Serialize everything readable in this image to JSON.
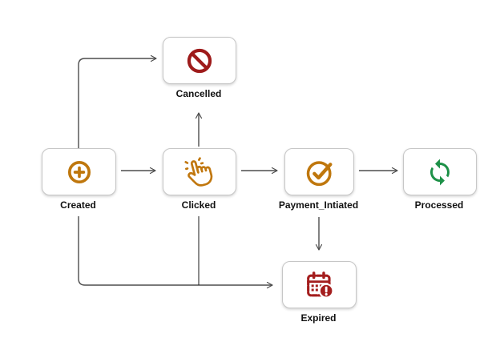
{
  "diagram": {
    "title": "payment state flow diagram",
    "background_color": "#ffffff",
    "box_border_color": "#c6c6c6",
    "edge_color": "#4d4d4d",
    "nodes": [
      {
        "id": "created",
        "label": "Created",
        "icon": "plus-circle-icon",
        "icon_color": "#BF770D"
      },
      {
        "id": "cancelled",
        "label": "Cancelled",
        "icon": "ban-icon",
        "icon_color": "#9E1B1B"
      },
      {
        "id": "clicked",
        "label": "Clicked",
        "icon": "hand-click-icon",
        "icon_color": "#C1770E"
      },
      {
        "id": "payment_intiated",
        "label": "Payment_Intiated",
        "icon": "circle-check-icon",
        "icon_color": "#BF770D"
      },
      {
        "id": "processed",
        "label": "Processed",
        "icon": "sync-arrows-icon",
        "icon_color": "#1E9148"
      },
      {
        "id": "expired",
        "label": "Expired",
        "icon": "calendar-alert-icon",
        "icon_color": "#A41E1E"
      }
    ],
    "edges": [
      {
        "from": "created",
        "to": "cancelled"
      },
      {
        "from": "created",
        "to": "clicked"
      },
      {
        "from": "clicked",
        "to": "cancelled"
      },
      {
        "from": "clicked",
        "to": "payment_intiated"
      },
      {
        "from": "payment_intiated",
        "to": "processed"
      },
      {
        "from": "payment_intiated",
        "to": "expired"
      },
      {
        "from": "created",
        "to": "expired"
      },
      {
        "from": "clicked",
        "to": "expired"
      }
    ]
  }
}
